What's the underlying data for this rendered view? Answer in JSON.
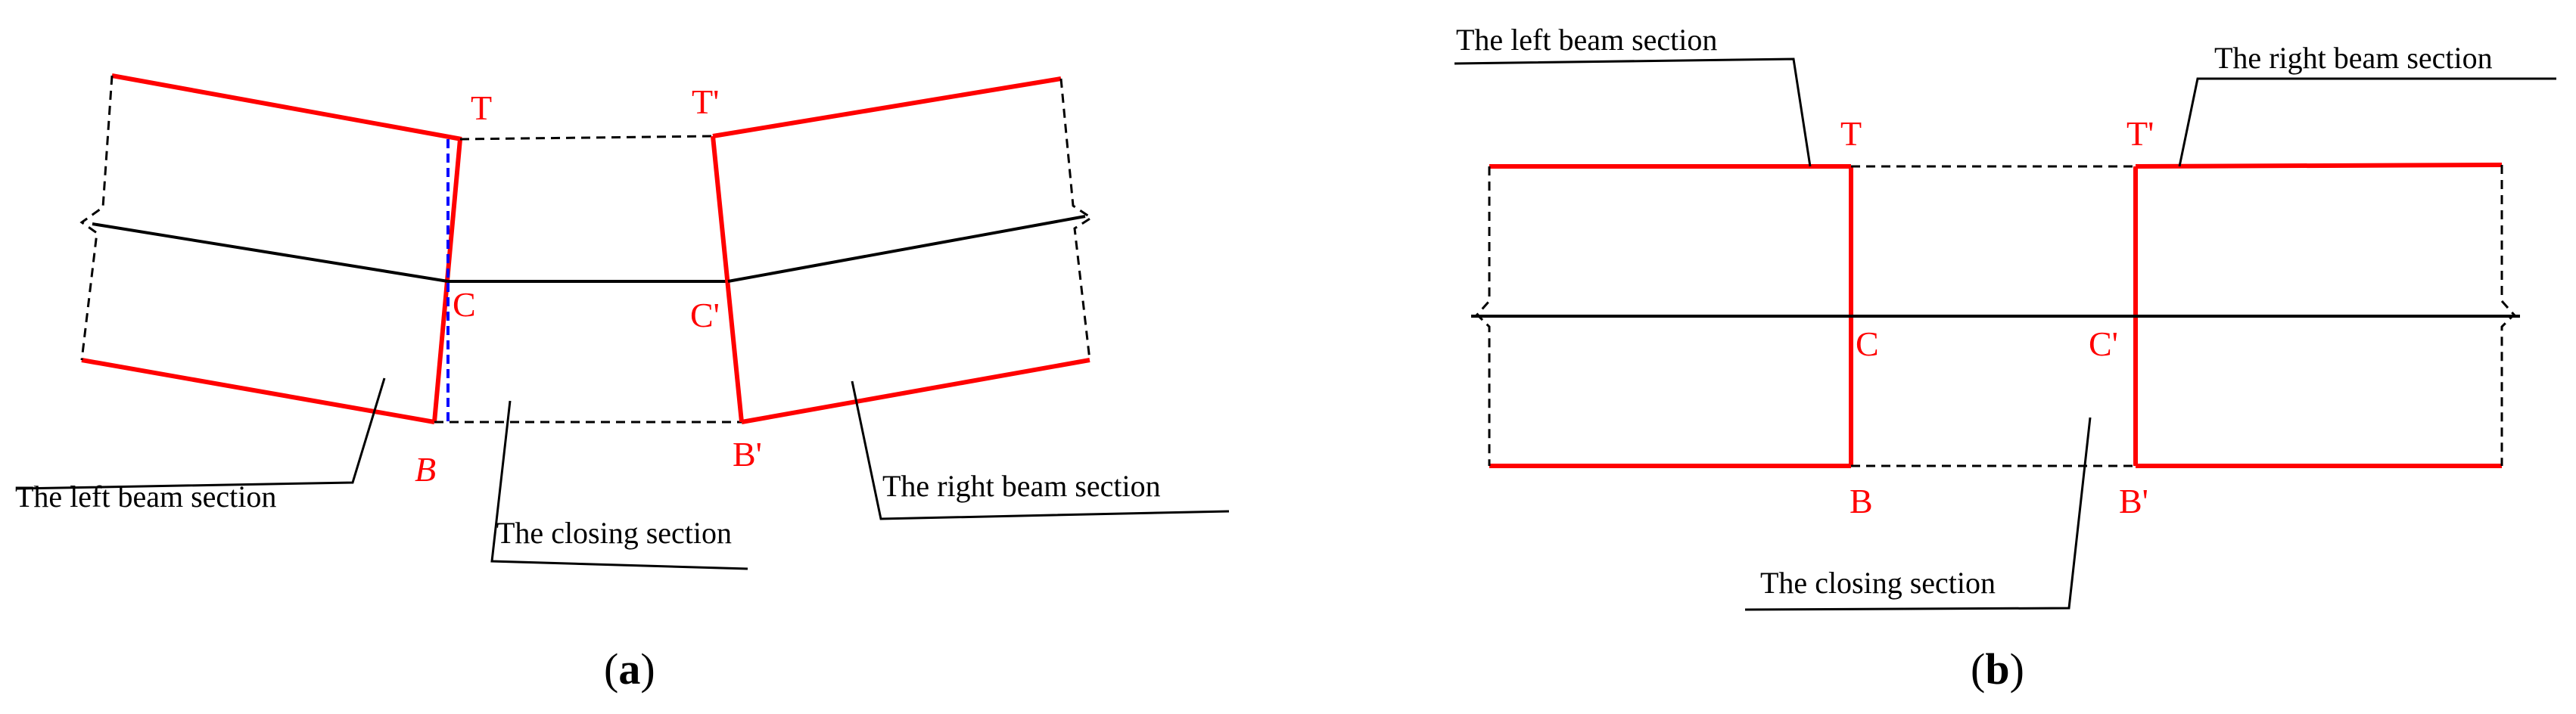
{
  "colors": {
    "section": "#ff0000",
    "outline": "#000000",
    "reference": "#0000ff",
    "background": "#ffffff"
  },
  "diagram_a": {
    "caption": "a",
    "labels": {
      "left_beam": "The  left beam section",
      "closing": "The closing section",
      "right_beam": "The  right beam section"
    },
    "points": {
      "T": "T",
      "T_prime": "T'",
      "C": "C",
      "C_prime": "C'",
      "B": "B",
      "B_prime": "B'"
    }
  },
  "diagram_b": {
    "caption": "b",
    "labels": {
      "left_beam": "The left beam section",
      "right_beam": "The right beam section",
      "closing": "The closing section"
    },
    "points": {
      "T": "T",
      "T_prime": "T'",
      "C": "C",
      "C_prime": "C'",
      "B": "B",
      "B_prime": "B'"
    }
  }
}
